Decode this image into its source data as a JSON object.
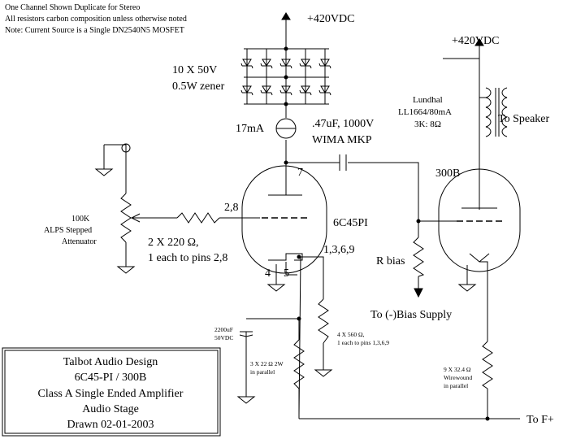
{
  "notes": {
    "line1": "One Channel Shown Duplicate for Stereo",
    "line2": "All resistors carbon composition unless otherwise noted",
    "line3": "Note: Current Source is a Single DN2540N5 MOSFET"
  },
  "supply": {
    "left_label": "+420VDC",
    "right_label": "+420VDC"
  },
  "zener": {
    "line1": "10 X 50V",
    "line2": "0.5W zener"
  },
  "current_source": {
    "label": "17mA"
  },
  "coupling_cap": {
    "line1": ".47uF, 1000V",
    "line2": "WIMA MKP"
  },
  "transformer": {
    "line1": "Lundhal",
    "line2": "LL1664/80mA",
    "line3": "3K: 8Ω",
    "speaker": "To Speaker"
  },
  "tube_6c45": {
    "name": "6C45PI",
    "plate_pin": "7",
    "grid_pins": "2,8",
    "cathode_pins": "1,3,6,9",
    "heater_pin_a": "4",
    "heater_pin_b": "5"
  },
  "tube_300b": {
    "name": "300B"
  },
  "attenuator": {
    "line1": "100K",
    "line2": "ALPS Stepped",
    "line3": "Attenuator"
  },
  "grid_stopper": {
    "line1": "2 X 220 Ω,",
    "line2": "1 each to pins 2,8"
  },
  "bias": {
    "resistor": "R bias",
    "supply": "To (-)Bias Supply"
  },
  "cathode_cap": {
    "line1": "2200uF",
    "line2": "50VDC"
  },
  "cathode_resistor": {
    "line1": "3 X 22 Ω 2W",
    "line2": "in parallel"
  },
  "heater_resistor": {
    "line1": "4 X 560 Ω,",
    "line2": "1 each to pins 1,3,6,9"
  },
  "wirewound": {
    "line1": "9 X 32.4 Ω",
    "line2": "Wirewound",
    "line3": "in parallel"
  },
  "output": {
    "label": "To F+"
  },
  "title_block": {
    "line1": "Talbot Audio Design",
    "line2": "6C45-PI / 300B",
    "line3": "Class A Single Ended Amplifier",
    "line4": "Audio Stage",
    "line5": "Drawn 02-01-2003"
  }
}
